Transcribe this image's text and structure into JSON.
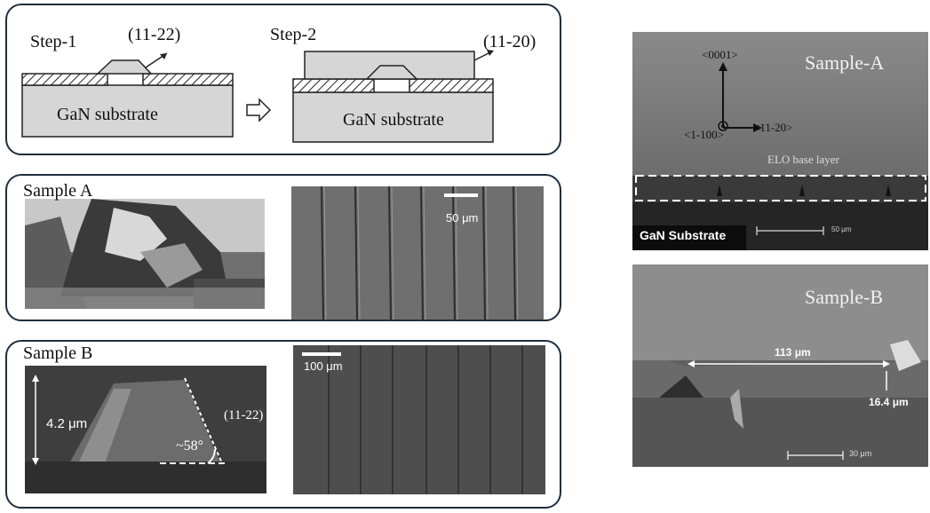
{
  "schematic": {
    "step1_label": "Step-1",
    "step2_label": "Step-2",
    "plane_1122": "(11-22)",
    "plane_1120": "(11-20)",
    "substrate_label_1": "GaN substrate",
    "substrate_label_2": "GaN substrate"
  },
  "sample_a_panel": {
    "title": "Sample A",
    "scale_label": "50 μm"
  },
  "sample_b_panel": {
    "title": "Sample B",
    "height_label": "4.2 μm",
    "plane_label": "(11-22)",
    "angle_label": "~58°",
    "scale_label": "100 μm"
  },
  "right_sample_a": {
    "title": "Sample-A",
    "dir_0001": "<0001>",
    "dir_1100": "<1-100>",
    "dir_1120": "<11-20>",
    "layer_label": "ELO base layer",
    "substrate_label": "GaN Substrate",
    "scale_label": "50 μm"
  },
  "right_sample_b": {
    "title": "Sample-B",
    "width_label": "113 μm",
    "height_label": "16.4 μm",
    "scale_label": "30 μm"
  }
}
